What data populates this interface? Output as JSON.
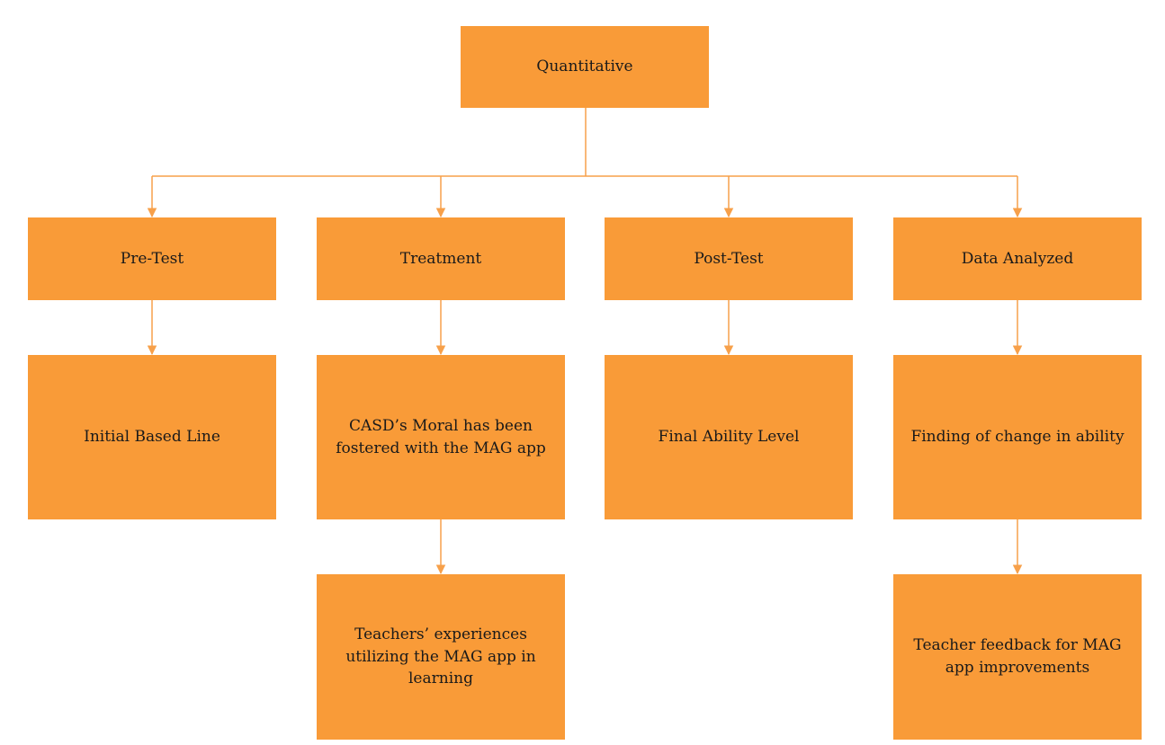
{
  "colors": {
    "box_fill": "#f99b38",
    "connector": "#f7a04a",
    "text": "#1a1a1a"
  },
  "root": {
    "label": "Quantitative"
  },
  "columns": [
    {
      "stage": "Pre-Test",
      "outcome": "Initial Based Line",
      "extra": ""
    },
    {
      "stage": "Treatment",
      "outcome": "CASD’s Moral has been fostered with the MAG app",
      "extra": "Teachers’ experiences utilizing the MAG app in learning"
    },
    {
      "stage": "Post-Test",
      "outcome": "Final Ability Level",
      "extra": ""
    },
    {
      "stage": "Data Analyzed",
      "outcome": "Finding of change in ability",
      "extra": "Teacher feedback for MAG app improvements"
    }
  ]
}
